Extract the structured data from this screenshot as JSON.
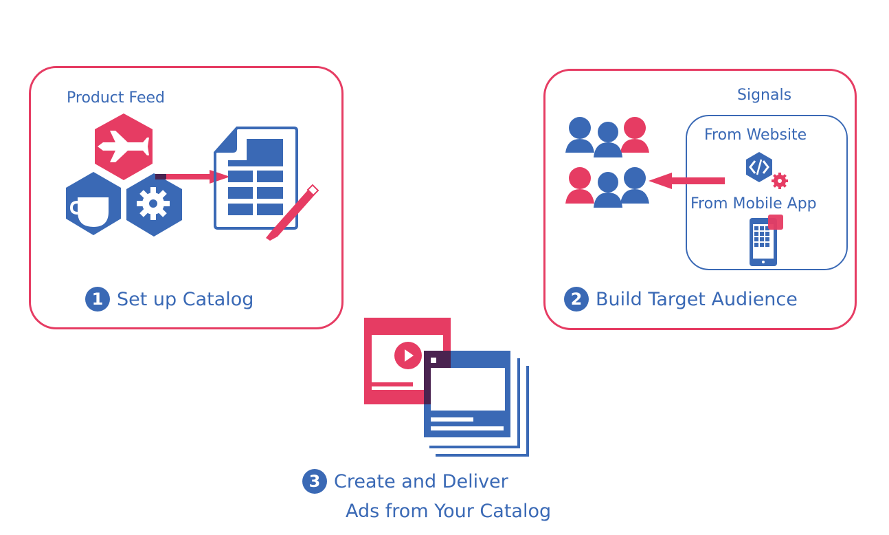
{
  "colors": {
    "blue": "#3a69b5",
    "pink": "#e63c63",
    "overlap": "#4a2350"
  },
  "step1": {
    "number": "1",
    "title": "Set up Catalog",
    "feed_label": "Product Feed",
    "icons": [
      "airplane-icon",
      "coffee-cup-icon",
      "gear-icon",
      "spreadsheet-icon",
      "pen-icon"
    ]
  },
  "step2": {
    "number": "2",
    "title": "Build Target Audience",
    "signals_label": "Signals",
    "website_label": "From Website",
    "mobile_label": "From Mobile App",
    "icons": [
      "people-group-icon",
      "code-icon",
      "gear-icon",
      "mobile-phone-icon"
    ]
  },
  "step3": {
    "number": "3",
    "title_line1": "Create and Deliver",
    "title_line2": "Ads from Your Catalog",
    "icons": [
      "video-ad-icon",
      "stacked-ads-icon"
    ]
  }
}
